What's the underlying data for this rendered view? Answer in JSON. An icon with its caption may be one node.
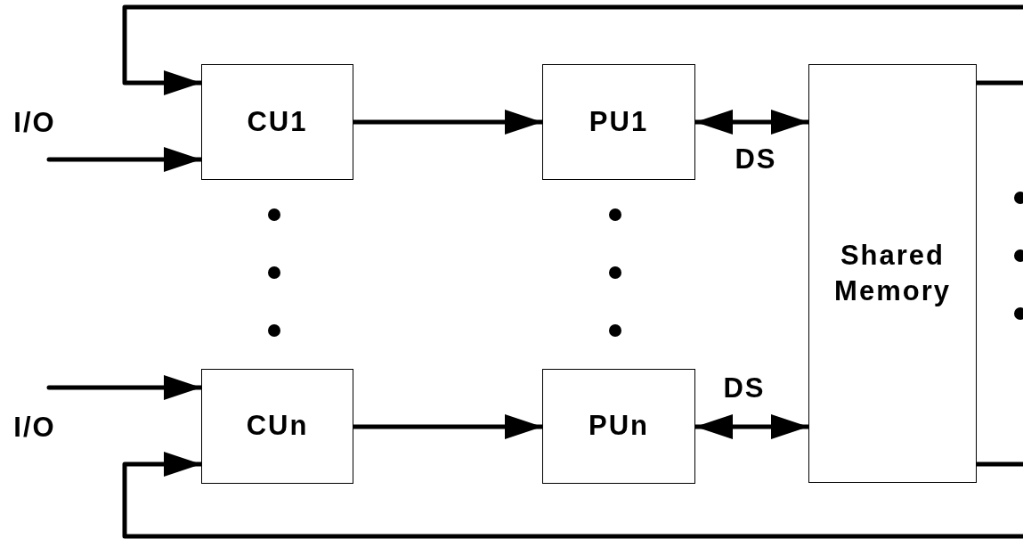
{
  "diagram": {
    "nodes": [
      {
        "text": [
          "CU1"
        ]
      },
      {
        "text": [
          "PU1"
        ]
      },
      {
        "text": [
          "Shared Memory"
        ]
      },
      {
        "text": [
          "CUn"
        ]
      },
      {
        "text": [
          "PUn"
        ]
      }
    ],
    "edges": [
      {
        "from": null,
        "to": 0,
        "arrow": "to",
        "label": "I/O"
      },
      {
        "from": 2,
        "to": 0,
        "arrow": "to"
      },
      {
        "from": 0,
        "to": 1,
        "arrow": "to"
      },
      {
        "from": 1,
        "to": 2,
        "arrow": "both",
        "label": "DS"
      },
      {
        "from": null,
        "to": 3,
        "arrow": "to",
        "label": "I/O"
      },
      {
        "from": 2,
        "to": 3,
        "arrow": "to"
      },
      {
        "from": 3,
        "to": 4,
        "arrow": "to"
      },
      {
        "from": 4,
        "to": 2,
        "arrow": "both",
        "label": "DS"
      }
    ]
  }
}
